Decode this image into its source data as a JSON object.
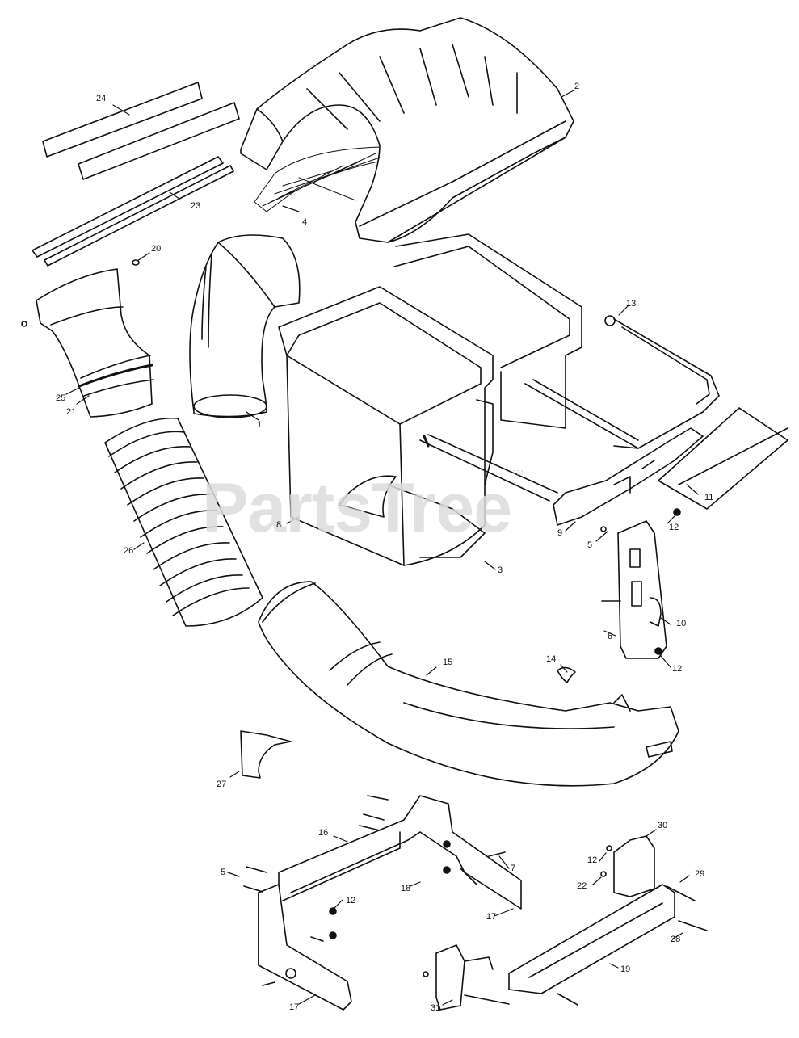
{
  "watermark": {
    "text": "PartsTree",
    "trademark": "™"
  },
  "callouts": [
    {
      "id": "c-1",
      "text": "1"
    },
    {
      "id": "c-2",
      "text": "2"
    },
    {
      "id": "c-3",
      "text": "3"
    },
    {
      "id": "c-4",
      "text": "4"
    },
    {
      "id": "c-5a",
      "text": "5"
    },
    {
      "id": "c-5b",
      "text": "5"
    },
    {
      "id": "c-6",
      "text": "6"
    },
    {
      "id": "c-7",
      "text": "7"
    },
    {
      "id": "c-8",
      "text": "8"
    },
    {
      "id": "c-9",
      "text": "9"
    },
    {
      "id": "c-10",
      "text": "10"
    },
    {
      "id": "c-11",
      "text": "11"
    },
    {
      "id": "c-12a",
      "text": "12"
    },
    {
      "id": "c-12b",
      "text": "12"
    },
    {
      "id": "c-12c",
      "text": "12"
    },
    {
      "id": "c-12d",
      "text": "12"
    },
    {
      "id": "c-13",
      "text": "13"
    },
    {
      "id": "c-14",
      "text": "14"
    },
    {
      "id": "c-15",
      "text": "15"
    },
    {
      "id": "c-16",
      "text": "16"
    },
    {
      "id": "c-17a",
      "text": "17"
    },
    {
      "id": "c-17b",
      "text": "17"
    },
    {
      "id": "c-18",
      "text": "18"
    },
    {
      "id": "c-19",
      "text": "19"
    },
    {
      "id": "c-20",
      "text": "20"
    },
    {
      "id": "c-21",
      "text": "21"
    },
    {
      "id": "c-22",
      "text": "22"
    },
    {
      "id": "c-23",
      "text": "23"
    },
    {
      "id": "c-24",
      "text": "24"
    },
    {
      "id": "c-25",
      "text": "25"
    },
    {
      "id": "c-26",
      "text": "26"
    },
    {
      "id": "c-27",
      "text": "27"
    },
    {
      "id": "c-28",
      "text": "28"
    },
    {
      "id": "c-29",
      "text": "29"
    },
    {
      "id": "c-30",
      "text": "30"
    },
    {
      "id": "c-31",
      "text": "31"
    }
  ]
}
